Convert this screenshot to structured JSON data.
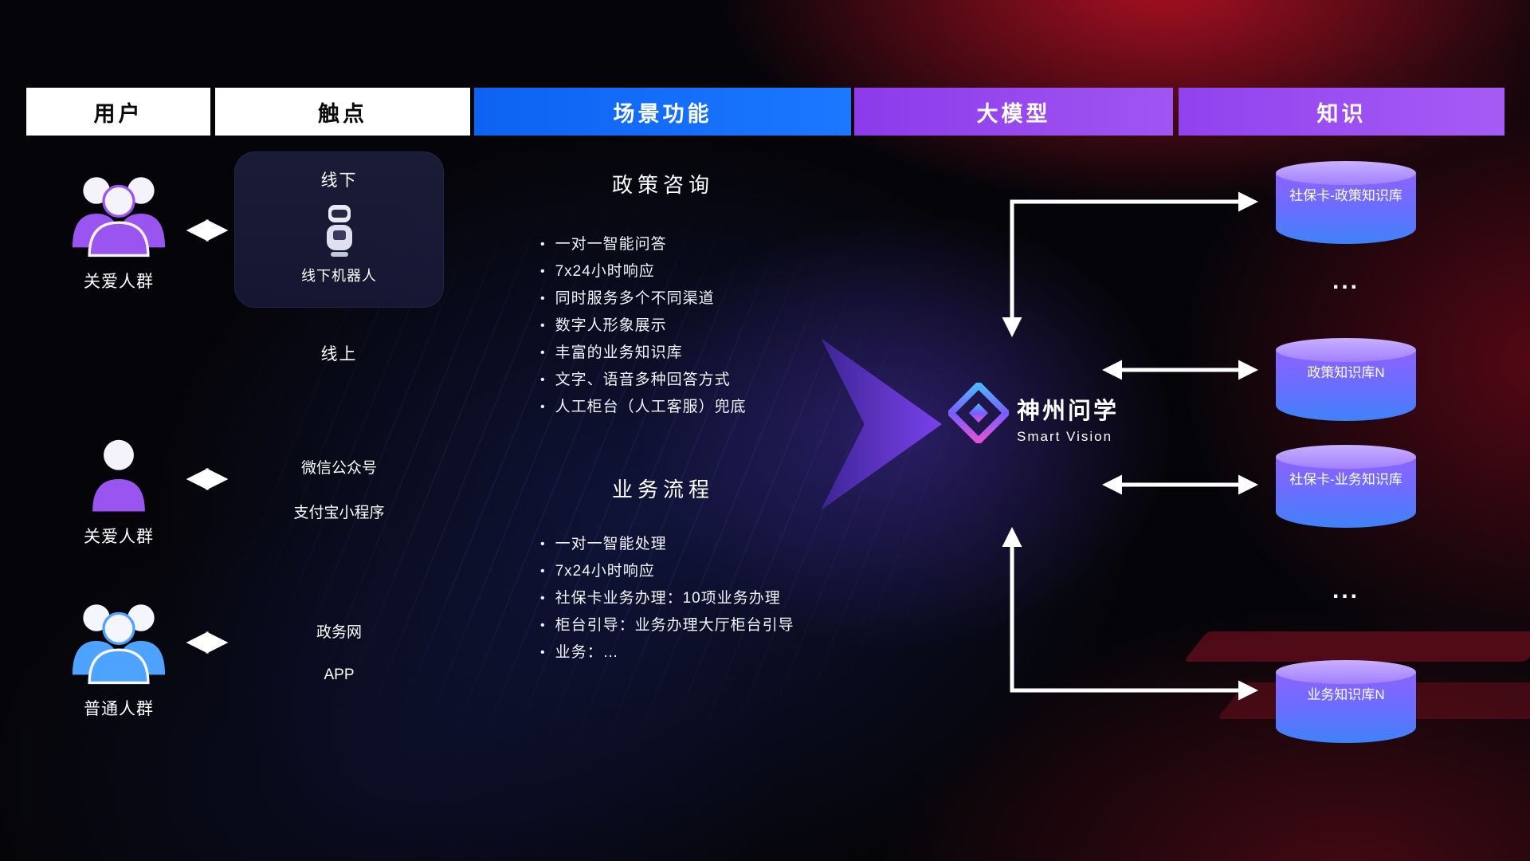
{
  "header": {
    "users": "用户",
    "touchpoints": "触点",
    "scenario": "场景功能",
    "model": "大模型",
    "knowledge": "知识"
  },
  "users": [
    {
      "label": "关爱人群",
      "icon": "group-people-purple-icon"
    },
    {
      "label": "关爱人群",
      "icon": "person-purple-icon"
    },
    {
      "label": "普通人群",
      "icon": "group-people-blue-icon"
    }
  ],
  "touchpoints": {
    "offline_title": "线下",
    "offline_robot": "线下机器人",
    "online_title": "线上",
    "wechat": "微信公众号",
    "alipay": "支付宝小程序",
    "gov": "政务网",
    "app": "APP"
  },
  "scenarios": [
    {
      "title": "政策咨询",
      "items": [
        "一对一智能问答",
        "7x24小时响应",
        "同时服务多个不同渠道",
        "数字人形象展示",
        "丰富的业务知识库",
        "文字、语音多种回答方式",
        "人工柜台（人工客服）兜底"
      ]
    },
    {
      "title": "业务流程",
      "items": [
        "一对一智能处理",
        "7x24小时响应",
        "社保卡业务办理：10项业务办理",
        "柜台引导：业务办理大厅柜台引导",
        "业务：…"
      ]
    }
  ],
  "model": {
    "name": "神州问学",
    "subtitle": "Smart Vision"
  },
  "knowledge": {
    "db1": "社保卡-政策知识库",
    "ellipsis1": "...",
    "db2": "政策知识库N",
    "db3": "社保卡-业务知识库",
    "ellipsis2": "...",
    "db4": "业务知识库N"
  },
  "colors": {
    "header_blue": "#1568f5",
    "header_purple": "#9b4df0",
    "accent_purple": "#9a55f0",
    "accent_blue": "#4da3ff",
    "cylinder_top": "#b79bff",
    "cylinder_body_top": "#8d63ff",
    "cylinder_body_bottom": "#3f82f8",
    "background_red": "#d01228",
    "arrow_white": "#ffffff"
  }
}
